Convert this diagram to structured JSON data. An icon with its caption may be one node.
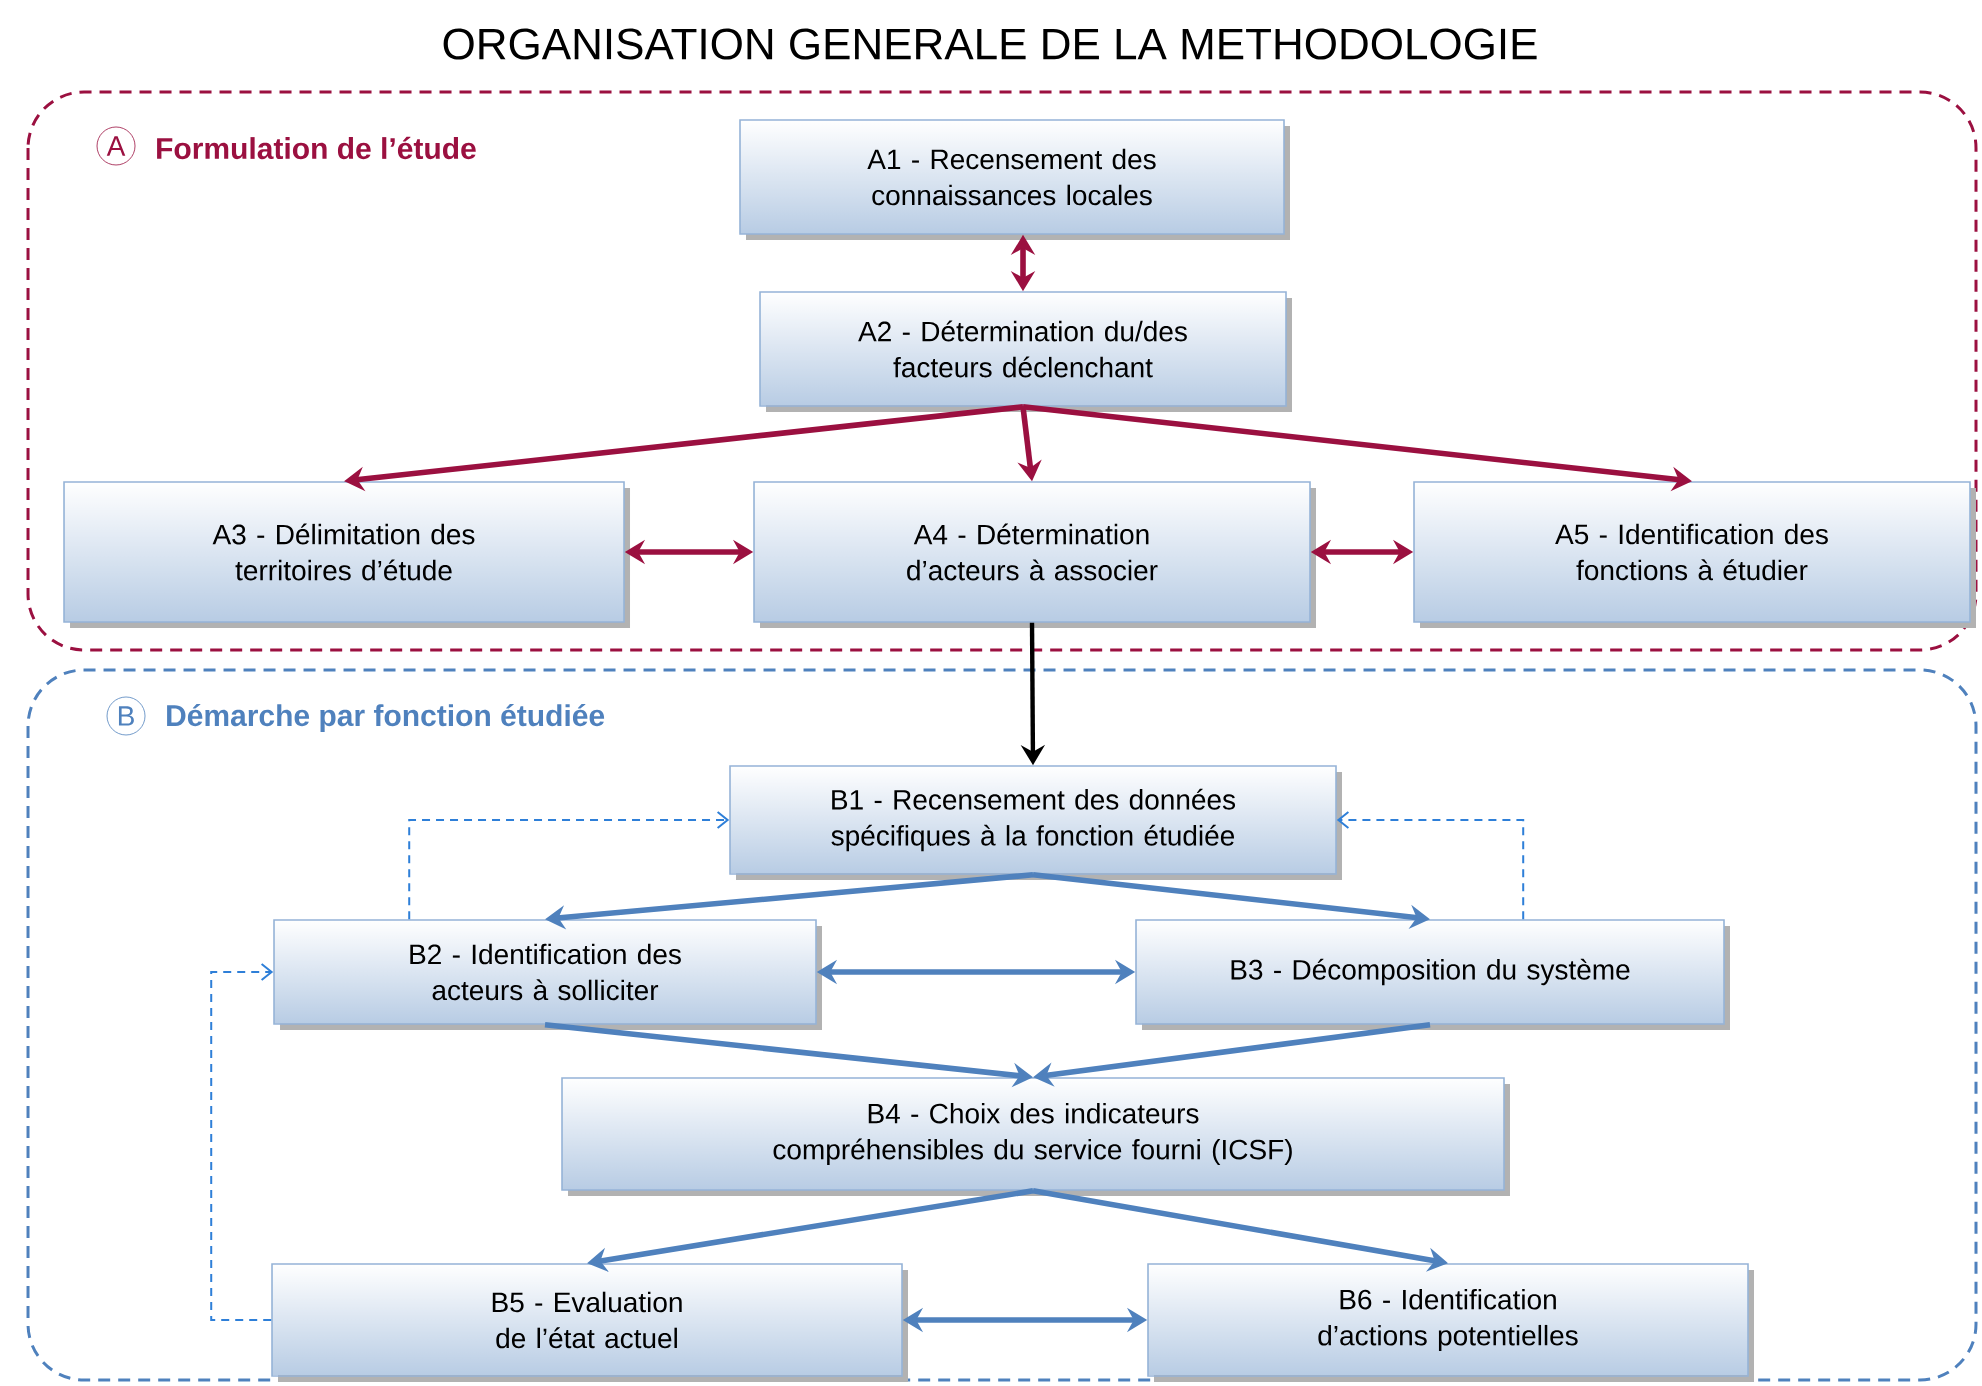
{
  "diagram": {
    "title": "ORGANISATION GENERALE DE LA METHODOLOGIE",
    "nodes": [
      {
        "text": [
          "A",
          "Formulation de l’étude"
        ]
      },
      {
        "text": [
          "A1 - Recensement des connaissances locales"
        ],
        "in": 0
      },
      {
        "text": [
          "A2 - Détermination du/des facteurs déclenchant"
        ],
        "in": 0
      },
      {
        "text": [
          "A3 - Délimitation des territoires d’étude"
        ],
        "in": 0
      },
      {
        "text": [
          "A4 - Détermination d’acteurs à associer"
        ],
        "in": 0
      },
      {
        "text": [
          "A5 - Identification des fonctions à étudier"
        ],
        "in": 0
      },
      {
        "text": [
          "B",
          "Démarche par fonction étudiée"
        ]
      },
      {
        "text": [
          "B1 - Recensement des données spécifiques à la fonction étudiée"
        ],
        "in": 6
      },
      {
        "text": [
          "B2 - Identification des acteurs à solliciter"
        ],
        "in": 6
      },
      {
        "text": [
          "B3 - Décomposition du système"
        ],
        "in": 6
      },
      {
        "text": [
          "B4 - Choix des indicateurs compréhensibles du service fourni (ICSF)"
        ],
        "in": 6
      },
      {
        "text": [
          "B5 - Evaluation de l’état actuel"
        ],
        "in": 6
      },
      {
        "text": [
          "B6 - Identification d’actions potentielles"
        ],
        "in": 6
      }
    ],
    "edges": [
      {
        "from": 1,
        "to": 2,
        "arrow": "both",
        "color": "#9b1040"
      },
      {
        "from": 2,
        "to": 3,
        "arrow": "to",
        "color": "#9b1040"
      },
      {
        "from": 2,
        "to": 4,
        "arrow": "to",
        "color": "#9b1040"
      },
      {
        "from": 2,
        "to": 5,
        "arrow": "to",
        "color": "#9b1040"
      },
      {
        "from": 3,
        "to": 4,
        "arrow": "both",
        "color": "#9b1040"
      },
      {
        "from": 4,
        "to": 5,
        "arrow": "both",
        "color": "#9b1040"
      },
      {
        "from": 4,
        "to": 7,
        "arrow": "to",
        "color": "#000000"
      },
      {
        "from": 7,
        "to": 8,
        "arrow": "to"
      },
      {
        "from": 7,
        "to": 9,
        "arrow": "to"
      },
      {
        "from": 8,
        "to": 9,
        "arrow": "both"
      },
      {
        "from": 8,
        "to": 10,
        "arrow": "to"
      },
      {
        "from": 9,
        "to": 10,
        "arrow": "to"
      },
      {
        "from": 10,
        "to": 11,
        "arrow": "to"
      },
      {
        "from": 10,
        "to": 12,
        "arrow": "to"
      },
      {
        "from": 11,
        "to": 12,
        "arrow": "both"
      },
      {
        "from": 8,
        "to": 7,
        "arrow": "to",
        "style": "dashed",
        "color": "#2e7fd8"
      },
      {
        "from": 9,
        "to": 7,
        "arrow": "to",
        "style": "dashed",
        "color": "#2e7fd8"
      },
      {
        "from": 11,
        "to": 8,
        "arrow": "to",
        "style": "dashed",
        "color": "#2e7fd8"
      }
    ]
  }
}
